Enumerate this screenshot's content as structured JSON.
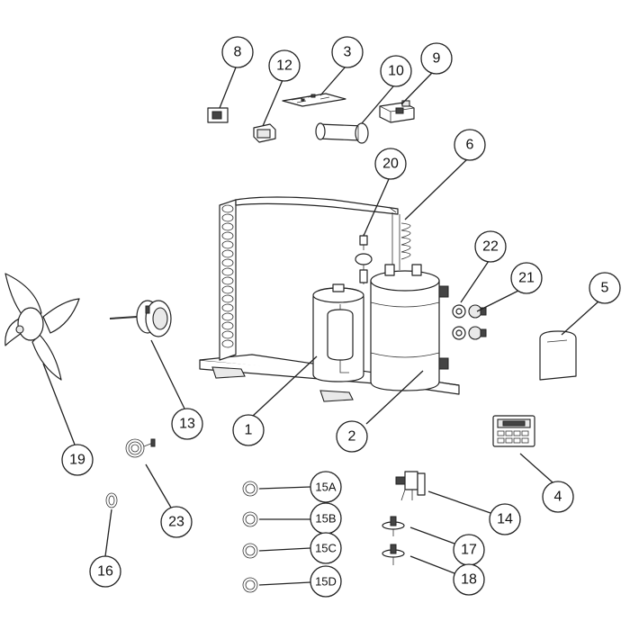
{
  "callouts": [
    {
      "id": "c1",
      "label": "1"
    },
    {
      "id": "c2",
      "label": "2"
    },
    {
      "id": "c3",
      "label": "3"
    },
    {
      "id": "c4",
      "label": "4"
    },
    {
      "id": "c5",
      "label": "5"
    },
    {
      "id": "c6",
      "label": "6"
    },
    {
      "id": "c8",
      "label": "8"
    },
    {
      "id": "c9",
      "label": "9"
    },
    {
      "id": "c10",
      "label": "10"
    },
    {
      "id": "c12",
      "label": "12"
    },
    {
      "id": "c13",
      "label": "13"
    },
    {
      "id": "c14",
      "label": "14"
    },
    {
      "id": "c15A",
      "label": "15A"
    },
    {
      "id": "c15B",
      "label": "15B"
    },
    {
      "id": "c15C",
      "label": "15C"
    },
    {
      "id": "c15D",
      "label": "15D"
    },
    {
      "id": "c16",
      "label": "16"
    },
    {
      "id": "c17",
      "label": "17"
    },
    {
      "id": "c18",
      "label": "18"
    },
    {
      "id": "c19",
      "label": "19"
    },
    {
      "id": "c20",
      "label": "20"
    },
    {
      "id": "c21",
      "label": "21"
    },
    {
      "id": "c22",
      "label": "22"
    },
    {
      "id": "c23",
      "label": "23"
    }
  ]
}
